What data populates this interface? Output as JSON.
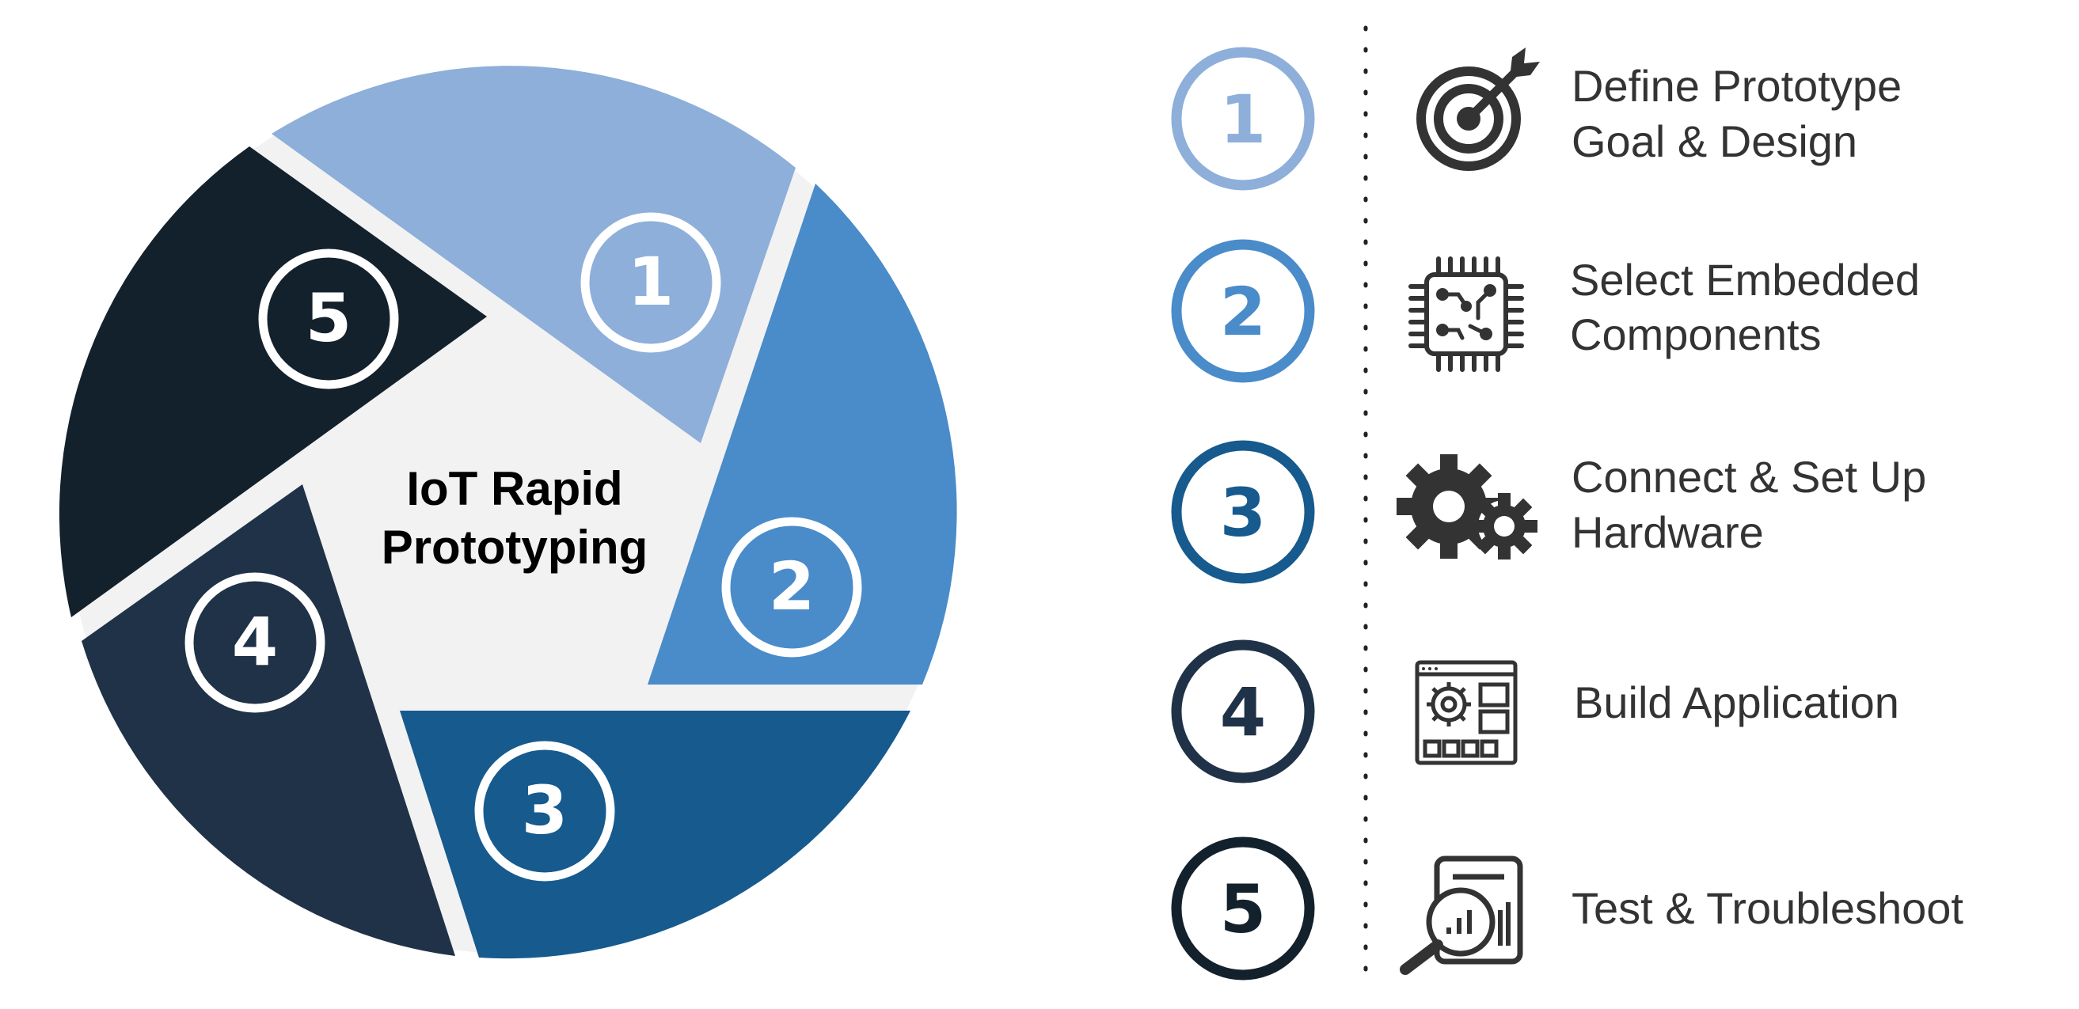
{
  "diagram": {
    "title": {
      "line1": "IoT Rapid",
      "line2": "Prototyping"
    },
    "colors": {
      "step1": "#8dafd9",
      "step2": "#4a8bc9",
      "step3": "#165a8e",
      "step4": "#1f3247",
      "step5": "#13212c",
      "center": "#f2f2f2",
      "label_text": "#333333",
      "icon": "#333333"
    },
    "steps": [
      {
        "number": "1",
        "label_line1": "Define Prototype",
        "label_line2": "Goal & Design",
        "icon": "target-icon"
      },
      {
        "number": "2",
        "label_line1": "Select Embedded",
        "label_line2": "Components",
        "icon": "chip-icon"
      },
      {
        "number": "3",
        "label_line1": "Connect & Set Up",
        "label_line2": "Hardware",
        "icon": "gears-icon"
      },
      {
        "number": "4",
        "label_line1": "Build Application",
        "label_line2": "",
        "icon": "app-window-icon"
      },
      {
        "number": "5",
        "label_line1": "Test & Troubleshoot",
        "label_line2": "",
        "icon": "magnifier-report-icon"
      }
    ]
  }
}
